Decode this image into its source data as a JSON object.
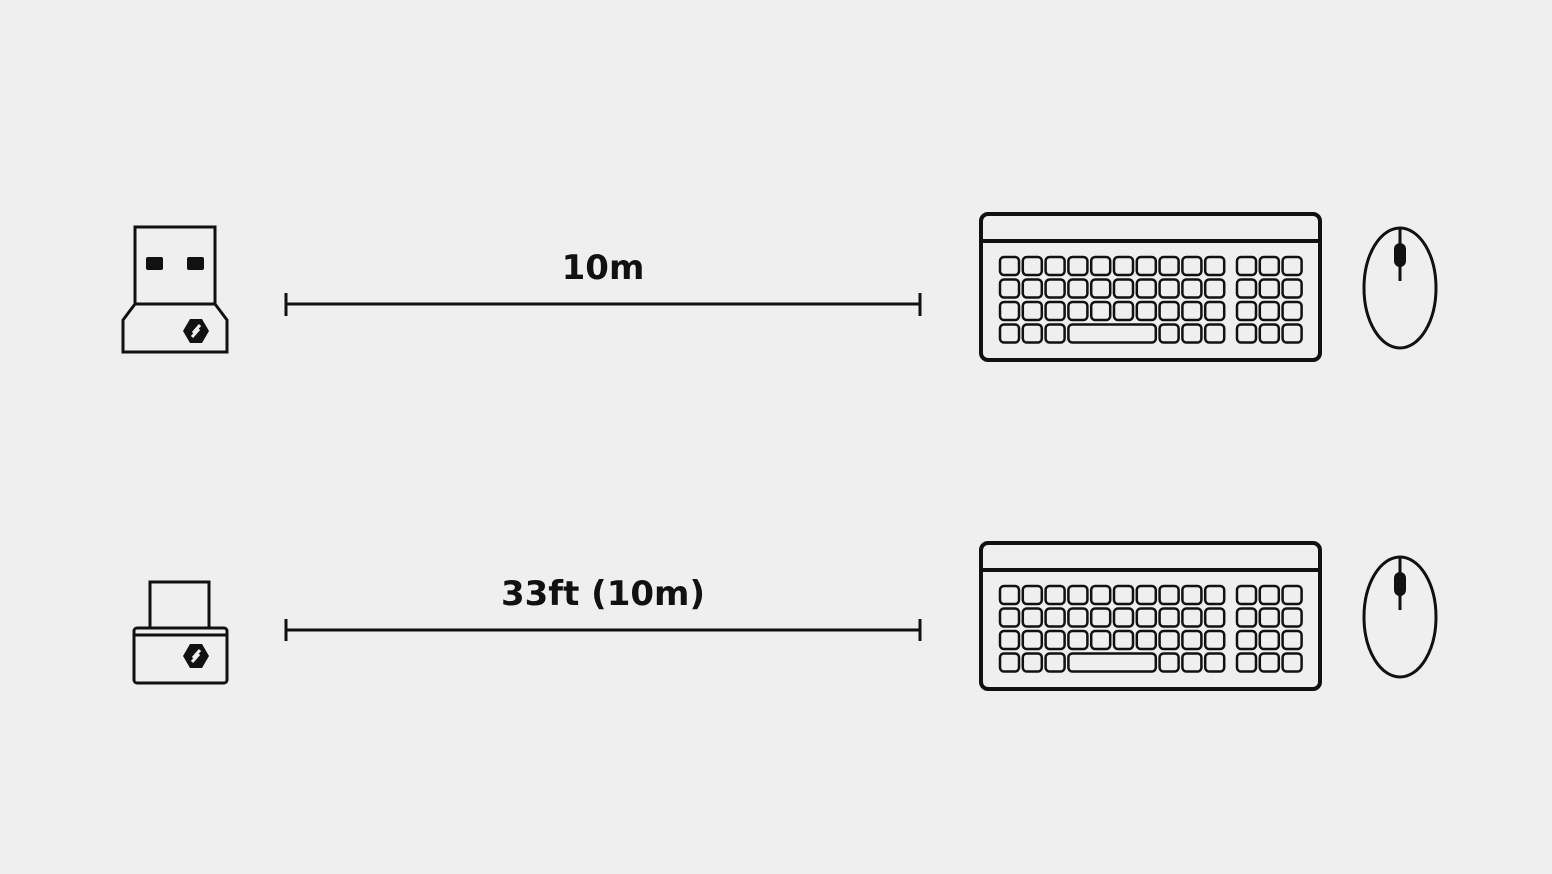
{
  "rows": [
    {
      "receiver": "usb-a-receiver",
      "distance_label": "10m"
    },
    {
      "receiver": "usb-c-nano-receiver",
      "distance_label": "33ft (10m)"
    }
  ],
  "colors": {
    "background": "#efefef",
    "stroke": "#111111"
  }
}
